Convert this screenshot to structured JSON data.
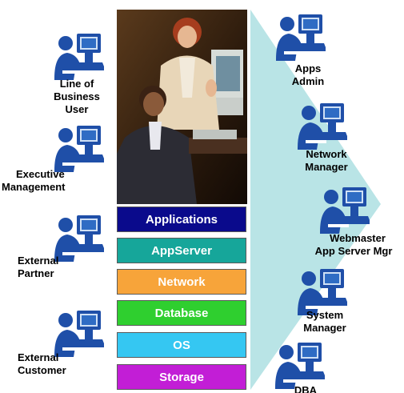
{
  "stack_layers": [
    {
      "label": "Applications",
      "color": "#0a0a8c"
    },
    {
      "label": "AppServer",
      "color": "#16a69a"
    },
    {
      "label": "Network",
      "color": "#f7a43a"
    },
    {
      "label": "Database",
      "color": "#2fcf2f"
    },
    {
      "label": "OS",
      "color": "#35c7f2"
    },
    {
      "label": "Storage",
      "color": "#c21ed6"
    }
  ],
  "left_users": {
    "line_of_business": {
      "line1": "Line of",
      "line2": "Business",
      "line3": "User"
    },
    "executive": {
      "line1": "Executive",
      "line2": "Management"
    },
    "external_partner": {
      "line1": "External",
      "line2": "Partner"
    },
    "external_customer": {
      "line1": "External",
      "line2": "Customer"
    }
  },
  "right_users": {
    "apps_admin": {
      "line1": "Apps",
      "line2": "Admin"
    },
    "network_manager": {
      "line1": "Network",
      "line2": "Manager"
    },
    "webmaster": {
      "line1": "Webmaster",
      "line2": "App Server Mgr"
    },
    "system_manager": {
      "line1": "System",
      "line2": "Manager"
    },
    "dba": {
      "line1": "DBA"
    }
  },
  "colors": {
    "arrow_fill": "#b9e4e6",
    "user_icon": "#1f4fa8"
  }
}
